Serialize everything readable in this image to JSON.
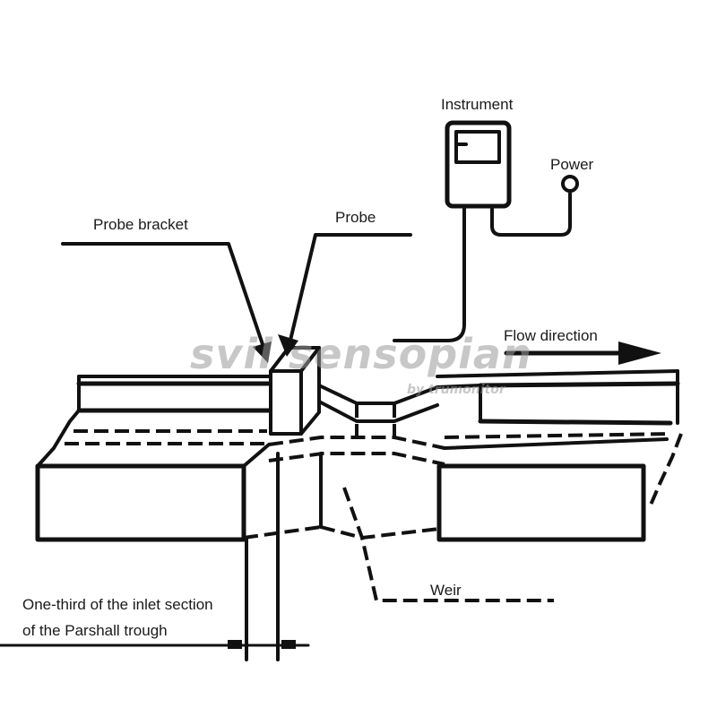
{
  "labels": {
    "instrument": "Instrument",
    "power": "Power",
    "probe_bracket": "Probe bracket",
    "probe": "Probe",
    "flow_direction": "Flow direction",
    "weir": "Weir",
    "inlet_line1": "One-third of the inlet section",
    "inlet_line2": "of the Parshall trough"
  },
  "watermark": {
    "brand": "svil sensopian",
    "tagline": "by trumonitor"
  },
  "colors": {
    "ink": "#111111",
    "background": "#ffffff",
    "watermark": "#9a9a9a"
  }
}
